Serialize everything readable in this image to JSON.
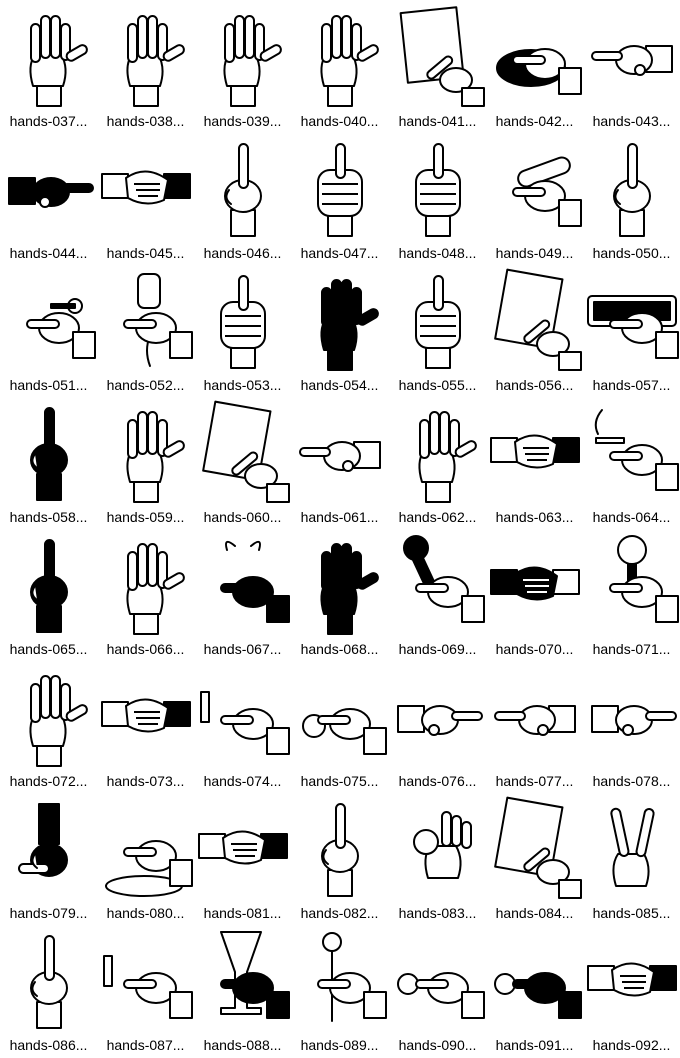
{
  "browser": {
    "items": [
      {
        "label": "hands-037...",
        "icon": "open-hand-icon"
      },
      {
        "label": "hands-038...",
        "icon": "reaching-hand-icon"
      },
      {
        "label": "hands-039...",
        "icon": "open-palm-icon"
      },
      {
        "label": "hands-040...",
        "icon": "offering-hand-icon"
      },
      {
        "label": "hands-041...",
        "icon": "writing-hand-icon"
      },
      {
        "label": "hands-042...",
        "icon": "hand-with-bowl-icon"
      },
      {
        "label": "hands-043...",
        "icon": "pointing-hand-icon"
      },
      {
        "label": "hands-044...",
        "icon": "pointing-hand-icon"
      },
      {
        "label": "hands-045...",
        "icon": "handshake-icon"
      },
      {
        "label": "hands-046...",
        "icon": "pointing-up-hand-icon"
      },
      {
        "label": "hands-047...",
        "icon": "fist-icon"
      },
      {
        "label": "hands-048...",
        "icon": "crossed-fingers-icon"
      },
      {
        "label": "hands-049...",
        "icon": "hand-with-corn-icon"
      },
      {
        "label": "hands-050...",
        "icon": "pointing-up-hand-icon"
      },
      {
        "label": "hands-051...",
        "icon": "hand-with-key-icon"
      },
      {
        "label": "hands-052...",
        "icon": "hand-with-phone-icon"
      },
      {
        "label": "hands-053...",
        "icon": "snapping-fingers-icon"
      },
      {
        "label": "hands-054...",
        "icon": "open-palm-icon"
      },
      {
        "label": "hands-055...",
        "icon": "knocking-hand-icon"
      },
      {
        "label": "hands-056...",
        "icon": "hand-with-paper-icon"
      },
      {
        "label": "hands-057...",
        "icon": "hand-in-mail-slot-icon"
      },
      {
        "label": "hands-058...",
        "icon": "pointing-up-hand-icon"
      },
      {
        "label": "hands-059...",
        "icon": "clapping-hands-icon"
      },
      {
        "label": "hands-060...",
        "icon": "hand-with-card-icon"
      },
      {
        "label": "hands-061...",
        "icon": "pointing-hand-icon"
      },
      {
        "label": "hands-062...",
        "icon": "hand-receiving-icon"
      },
      {
        "label": "hands-063...",
        "icon": "fist-bump-icon"
      },
      {
        "label": "hands-064...",
        "icon": "hand-with-cigarette-icon"
      },
      {
        "label": "hands-065...",
        "icon": "pointing-up-hand-icon"
      },
      {
        "label": "hands-066...",
        "icon": "waving-hand-icon"
      },
      {
        "label": "hands-067...",
        "icon": "finger-with-ribbon-icon"
      },
      {
        "label": "hands-068...",
        "icon": "stop-hand-icon"
      },
      {
        "label": "hands-069...",
        "icon": "hand-with-microphone-icon"
      },
      {
        "label": "hands-070...",
        "icon": "handshake-icon"
      },
      {
        "label": "hands-071...",
        "icon": "hand-with-magnifier-icon"
      },
      {
        "label": "hands-072...",
        "icon": "cupped-hand-icon"
      },
      {
        "label": "hands-073...",
        "icon": "handshake-icon"
      },
      {
        "label": "hands-074...",
        "icon": "pressing-button-hand-icon"
      },
      {
        "label": "hands-075...",
        "icon": "hand-with-coin-icon"
      },
      {
        "label": "hands-076...",
        "icon": "pointing-hand-icon"
      },
      {
        "label": "hands-077...",
        "icon": "pointing-hand-icon"
      },
      {
        "label": "hands-078...",
        "icon": "pointing-hand-icon"
      },
      {
        "label": "hands-079...",
        "icon": "pointing-down-hand-icon"
      },
      {
        "label": "hands-080...",
        "icon": "hand-in-water-icon"
      },
      {
        "label": "hands-081...",
        "icon": "handshake-icon"
      },
      {
        "label": "hands-082...",
        "icon": "pointing-up-hand-icon"
      },
      {
        "label": "hands-083...",
        "icon": "ok-hand-icon"
      },
      {
        "label": "hands-084...",
        "icon": "pointing-at-paper-icon"
      },
      {
        "label": "hands-085...",
        "icon": "victory-hand-icon"
      },
      {
        "label": "hands-086...",
        "icon": "pointing-up-hand-icon"
      },
      {
        "label": "hands-087...",
        "icon": "pressing-button-hand-icon"
      },
      {
        "label": "hands-088...",
        "icon": "hand-with-glass-icon"
      },
      {
        "label": "hands-089...",
        "icon": "hand-with-flower-icon"
      },
      {
        "label": "hands-090...",
        "icon": "hand-with-ring-icon"
      },
      {
        "label": "hands-091...",
        "icon": "hand-with-ring-icon"
      },
      {
        "label": "hands-092...",
        "icon": "handshake-icon"
      }
    ]
  }
}
